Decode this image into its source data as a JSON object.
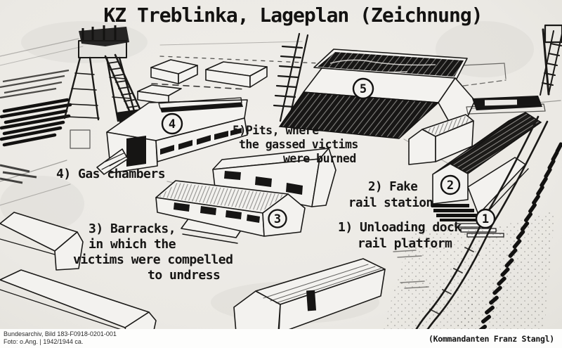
{
  "title": "KZ Treblinka, Lageplan (Zeichnung)",
  "labels": {
    "pits": {
      "line1": "5)Pits, where",
      "line2": "the gassed victims",
      "line3": "were burned"
    },
    "gas_chambers": {
      "line1": "4) Gas chambers"
    },
    "barracks": {
      "line1": "3) Barracks,",
      "line2": "in which the",
      "line3": "victims were compelled",
      "line4": "to undress"
    },
    "fake_station": {
      "line1": "2) Fake",
      "line2": "rail station"
    },
    "unloading_dock": {
      "line1": "1) Unloading dock",
      "line2": "rail platform"
    }
  },
  "markers": {
    "unloading_dock": "1",
    "fake_station": "2",
    "barracks": "3",
    "gas_chambers": "4",
    "pits": "5"
  },
  "footer": {
    "archive_id": "Bundesarchiv, Bild 183-F0918-0201-001",
    "photo_credit": "Foto: o.Ang. | 1942/1944 ca.",
    "commandant_note": "(Kommandanten Franz Stangl)"
  },
  "colors": {
    "ink": "#161514",
    "paper": "#edebe7",
    "footer_bg": "#fdfdfc"
  }
}
